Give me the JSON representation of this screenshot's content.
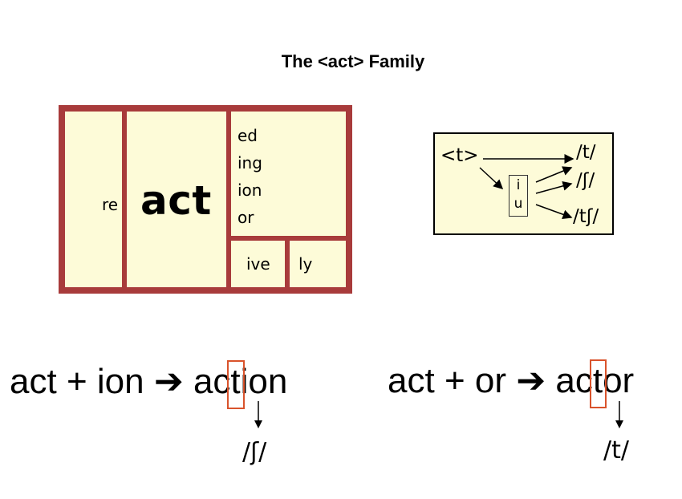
{
  "title": "The <act> Family",
  "matrix": {
    "prefix": "re",
    "base": "act",
    "suffixes": [
      "ed",
      "ing",
      "ion",
      "or"
    ],
    "bottom_suffixes": [
      "ive",
      "ly"
    ]
  },
  "grapheme_box": {
    "grapheme": "<t>",
    "vowels": [
      "i",
      "u"
    ],
    "outputs": [
      "/t/",
      "/ʃ/",
      "/tʃ/"
    ]
  },
  "equations": [
    {
      "base": "act",
      "plus": "+",
      "suffix": "ion",
      "arrow": "➔",
      "word_before": "ac",
      "highlight": "t",
      "word_after": "ion",
      "pronunciation": "/ʃ/"
    },
    {
      "base": "act",
      "plus": "+",
      "suffix": "or",
      "arrow": "➔",
      "word_before": "ac",
      "highlight": "t",
      "word_after": "or",
      "pronunciation": "/t/"
    }
  ],
  "colors": {
    "frame": "#a83b3b",
    "cell": "#fdfbd8",
    "highlight": "#d9532c"
  }
}
